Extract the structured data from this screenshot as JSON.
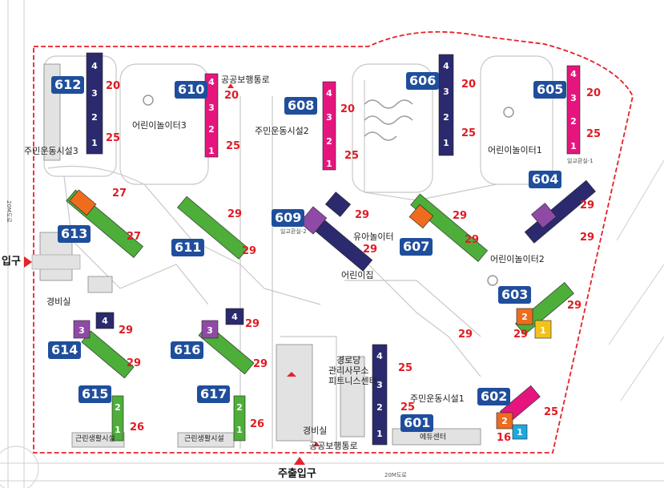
{
  "colors": {
    "boundary": "#e8202a",
    "building_label_bg": "#1f4e9c",
    "floor_text": "#e01b23",
    "stair_navy": "#2b2a6e",
    "stair_green": "#4dae3a",
    "stair_pink": "#e6157e",
    "stair_orange": "#ee6c1e",
    "stair_purple": "#8f4aa6",
    "stair_yellow": "#f2c21b",
    "stair_cyan": "#1ca8e0"
  },
  "gates": {
    "west": "입구",
    "south": "주출입구"
  },
  "buildings": [
    {
      "no": "612"
    },
    {
      "no": "610"
    },
    {
      "no": "608"
    },
    {
      "no": "606"
    },
    {
      "no": "605"
    },
    {
      "no": "604"
    },
    {
      "no": "613"
    },
    {
      "no": "611"
    },
    {
      "no": "609"
    },
    {
      "no": "607"
    },
    {
      "no": "603"
    },
    {
      "no": "614"
    },
    {
      "no": "616"
    },
    {
      "no": "615"
    },
    {
      "no": "617"
    },
    {
      "no": "601"
    },
    {
      "no": "602"
    }
  ],
  "facilities": {
    "f1": "어린이놀이터3",
    "f2": "공공보행통로",
    "f3": "주민운동시설2",
    "f4": "주민운동시설3",
    "f5": "어린이놀이터1",
    "f6": "유아놀이터",
    "f7": "어린이집",
    "f8": "어린이놀이터2",
    "f9": "경비실",
    "f10": "경로당",
    "f11": "관리사무소",
    "f12": "피트니스센터",
    "f13": "주민운동시설1",
    "f14": "근린생활시설",
    "f15": "근린생활시설",
    "f16": "경비실",
    "f17": "공공보행통로",
    "f18": "에듀센터"
  },
  "floors": {
    "a": "20",
    "b": "25",
    "c": "20",
    "d": "25",
    "e": "20",
    "f": "25",
    "g": "20",
    "h": "25",
    "i": "20",
    "j": "25",
    "k": "27",
    "l": "27",
    "m": "29",
    "n": "29",
    "o": "29",
    "p": "29",
    "q": "29",
    "r": "29",
    "s": "29",
    "t": "29",
    "u": "29",
    "v": "29",
    "w": "29",
    "x": "29",
    "y": "29",
    "z": "29",
    "aa": "29",
    "ab": "26",
    "ac": "26",
    "ad": "25",
    "ae": "25",
    "af": "16",
    "ag": "25"
  },
  "small_labels": {
    "s1": "일교환실-2",
    "s2": "일교환실-1",
    "s3": "20M도로",
    "s4": "20M도로"
  }
}
